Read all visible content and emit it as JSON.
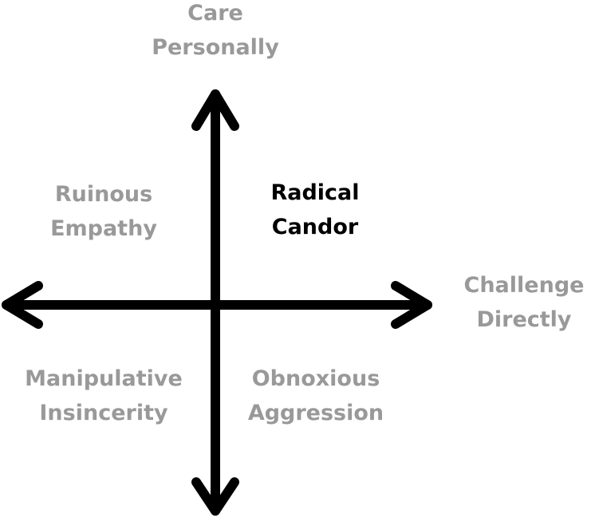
{
  "axes": {
    "vertical": {
      "label_line1": "Care",
      "label_line2": "Personally"
    },
    "horizontal": {
      "label_line1": "Challenge",
      "label_line2": "Directly"
    }
  },
  "quadrants": {
    "top_left": {
      "line1": "Ruinous",
      "line2": "Empathy"
    },
    "top_right": {
      "line1": "Radical",
      "line2": "Candor"
    },
    "bottom_left": {
      "line1": "Manipulative",
      "line2": "Insincerity"
    },
    "bottom_right": {
      "line1": "Obnoxious",
      "line2": "Aggression"
    }
  },
  "colors": {
    "axis": "#000000",
    "label_muted": "#999999",
    "label_highlight": "#000000"
  }
}
